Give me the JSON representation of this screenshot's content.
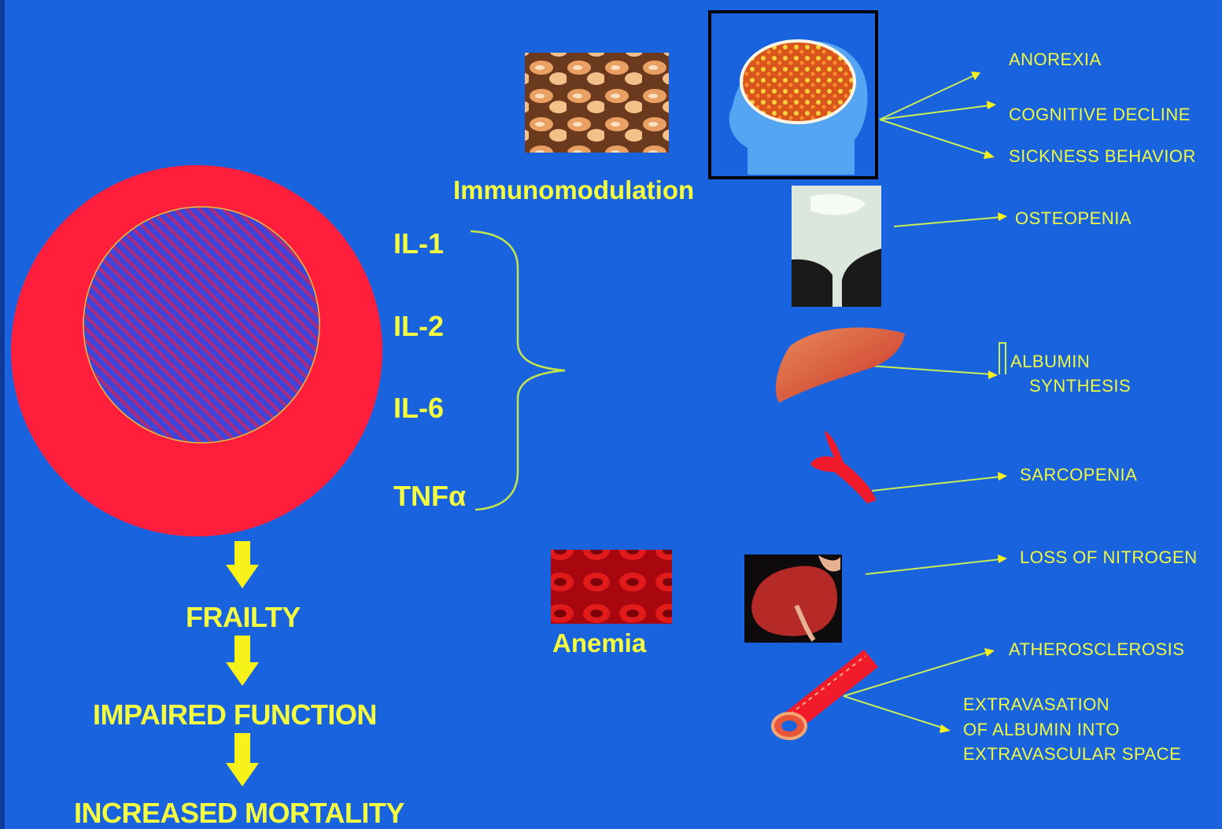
{
  "labels": {
    "immunomodulation": "Immunomodulation",
    "anemia": "Anemia"
  },
  "cytokines": [
    "IL-1",
    "IL-2",
    "IL-6",
    "TNFα"
  ],
  "outcome_chain": [
    "FRAILTY",
    "IMPAIRED FUNCTION",
    "INCREASED MORTALITY"
  ],
  "effects": {
    "anorexia": "ANOREXIA",
    "cognitive_decline": "COGNITIVE DECLINE",
    "sickness_behavior": "SICKNESS BEHAVIOR",
    "osteopenia": "OSTEOPENIA",
    "albumin_1": "ALBUMIN",
    "albumin_2": "SYNTHESIS",
    "sarcopenia": "SARCOPENIA",
    "loss_of_nitrogen": "LOSS OF NITROGEN",
    "atherosclerosis": "ATHEROSCLEROSIS",
    "extravasation_1": "EXTRAVASATION",
    "extravasation_2": "OF ALBUMIN INTO",
    "extravasation_3": "EXTRAVASCULAR SPACE"
  },
  "colors": {
    "background": "#1a63df",
    "ring": "#ff1e3c",
    "text": "#f3ff3f",
    "arrow": "#f7f31a"
  },
  "icons": [
    "white-cells-image",
    "brain-head-icon",
    "bone-xray-image",
    "liver-icon",
    "muscle-icon",
    "red-blood-cells-image",
    "kidney-image",
    "blood-vessel-icon"
  ]
}
